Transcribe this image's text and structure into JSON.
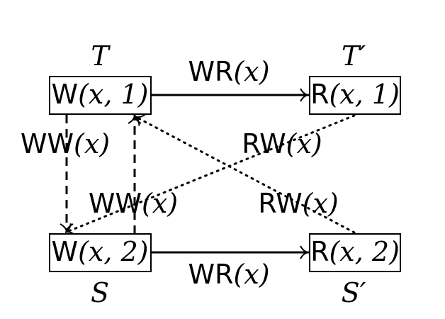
{
  "transactions": [
    {
      "id": "T",
      "name": "T",
      "prime": "",
      "op": "W",
      "args": "(x, 1)"
    },
    {
      "id": "Tp",
      "name": "T",
      "prime": "′",
      "op": "R",
      "args": "(x, 1)"
    },
    {
      "id": "S",
      "name": "S",
      "prime": "",
      "op": "W",
      "args": "(x, 2)"
    },
    {
      "id": "Sp",
      "name": "S",
      "prime": "′",
      "op": "R",
      "args": "(x, 2)"
    }
  ],
  "edges": [
    {
      "id": "wr-top",
      "from": "T",
      "to": "Tp",
      "style": "solid",
      "rel": "WR",
      "arg": "(x)"
    },
    {
      "id": "wr-bottom",
      "from": "S",
      "to": "Sp",
      "style": "solid",
      "rel": "WR",
      "arg": "(x)"
    },
    {
      "id": "ww-t-s",
      "from": "T",
      "to": "S",
      "style": "dashed",
      "rel": "WW",
      "arg": "(x)"
    },
    {
      "id": "ww-s-t",
      "from": "S",
      "to": "T",
      "style": "dashed",
      "rel": "WW",
      "arg": "(x)"
    },
    {
      "id": "rw-tp-s",
      "from": "Tp",
      "to": "S",
      "style": "dotted",
      "rel": "RW",
      "arg": "(x)"
    },
    {
      "id": "rw-sp-t",
      "from": "Sp",
      "to": "T",
      "style": "dotted",
      "rel": "RW",
      "arg": "(x)"
    }
  ]
}
